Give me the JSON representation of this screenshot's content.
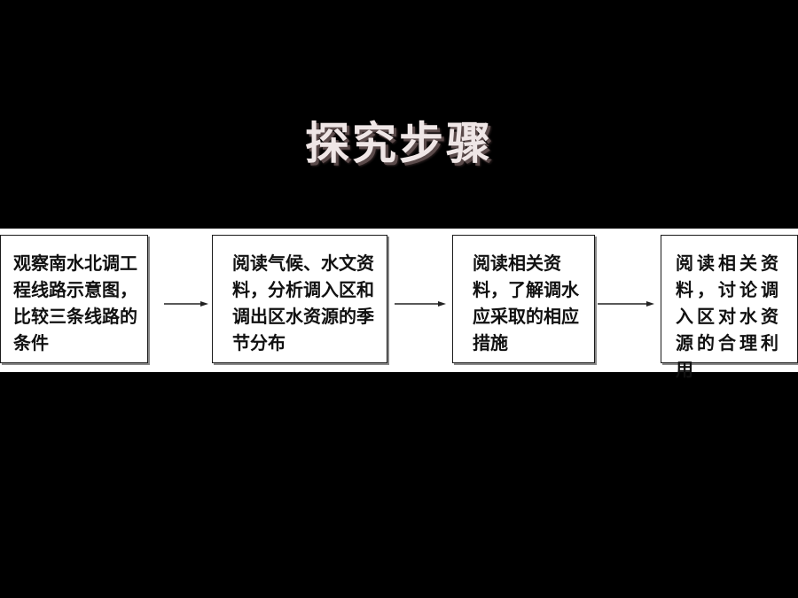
{
  "title": "探究步骤",
  "steps": [
    {
      "text": "观察南水北调工程线路示意图，比较三条线路的条件"
    },
    {
      "text": "阅读气候、水文资料，分析调入区和调出区水资源的季节分布"
    },
    {
      "text": "阅读相关资料，了解调水应采取的相应措施"
    },
    {
      "text": "阅读相关资料，讨论调入区对水资源的合理利用"
    }
  ],
  "connector": "arrow-right-icon"
}
